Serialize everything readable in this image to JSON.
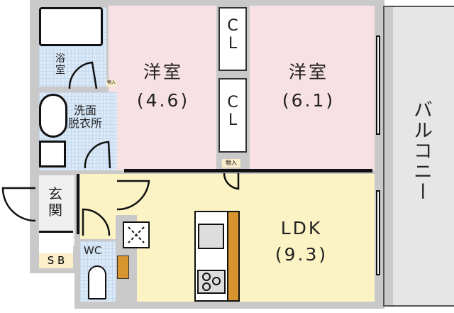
{
  "rooms": {
    "western_room_1": {
      "name": "洋室",
      "size": "(4.6)"
    },
    "western_room_2": {
      "name": "洋室",
      "size": "(6.1)"
    },
    "ldk": {
      "name": "LDK",
      "size": "(9.3)"
    },
    "closet_1": {
      "name": "C\nL"
    },
    "closet_2": {
      "name": "C\nL"
    },
    "bath": {
      "name": "浴\n室"
    },
    "washroom": {
      "name": "洗面\n脱衣所"
    },
    "entrance": {
      "name": "玄\n関"
    },
    "shoe_box": {
      "name": "S B"
    },
    "wc": {
      "name": "WC"
    },
    "storage_1": {
      "name": "物入"
    },
    "storage_2": {
      "name": "物入"
    },
    "balcony": {
      "name": "バルコニー"
    }
  },
  "colors": {
    "western": "#f8e1e4",
    "ldk": "#fbf3c4",
    "wet": "#dceaf8",
    "wall": "#c9c9c9",
    "accent": "#d8952f"
  }
}
